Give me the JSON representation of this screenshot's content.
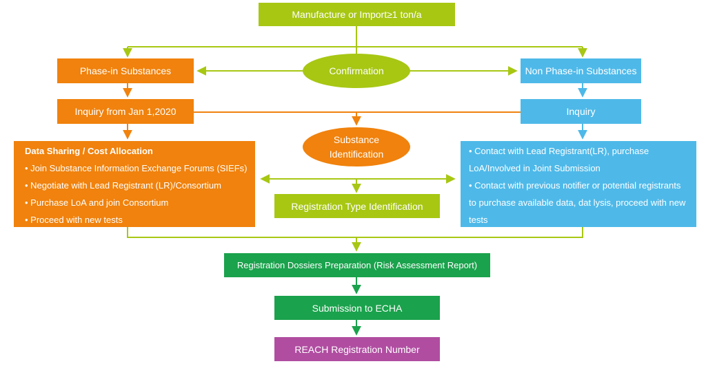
{
  "colors": {
    "lime": "#a7c713",
    "orange": "#f0820d",
    "blue": "#4eb9e9",
    "green": "#1aa24c",
    "purple": "#b04da1",
    "text": "#ffffff",
    "background": "#ffffff"
  },
  "nodes": {
    "manufacture": {
      "label": "Manufacture or Import≥1 ton/a"
    },
    "phase_in": {
      "label": "Phase-in Substances"
    },
    "confirmation": {
      "label": "Confirmation"
    },
    "non_phase_in": {
      "label": "Non Phase-in Substances"
    },
    "inquiry_2020": {
      "label": "Inquiry from Jan 1,2020"
    },
    "inquiry": {
      "label": "Inquiry"
    },
    "substance_identification": {
      "label": "Substance Identification"
    },
    "data_sharing": {
      "title": "Data Sharing / Cost Allocation",
      "bullets": [
        "Join Substance Information Exchange Forums (SIEFs)",
        "Negotiate with Lead Registrant (LR)/Consortium",
        "Purchase LoA and join Consortium",
        "Proceed with new tests"
      ]
    },
    "registration_type": {
      "label": "Registration Type Identification"
    },
    "contact": {
      "bullets": [
        "Contact with Lead Registrant(LR), purchase LoA/Involved in Joint Submission",
        "Contact with previous notifier or potential registrants to purchase available data, dat lysis, proceed with new tests"
      ]
    },
    "dossiers": {
      "label": "Registration Dossiers Preparation (Risk Assessment Report)"
    },
    "submission": {
      "label": "Submission to ECHA"
    },
    "reach_number": {
      "label": "REACH Registration Number"
    }
  }
}
